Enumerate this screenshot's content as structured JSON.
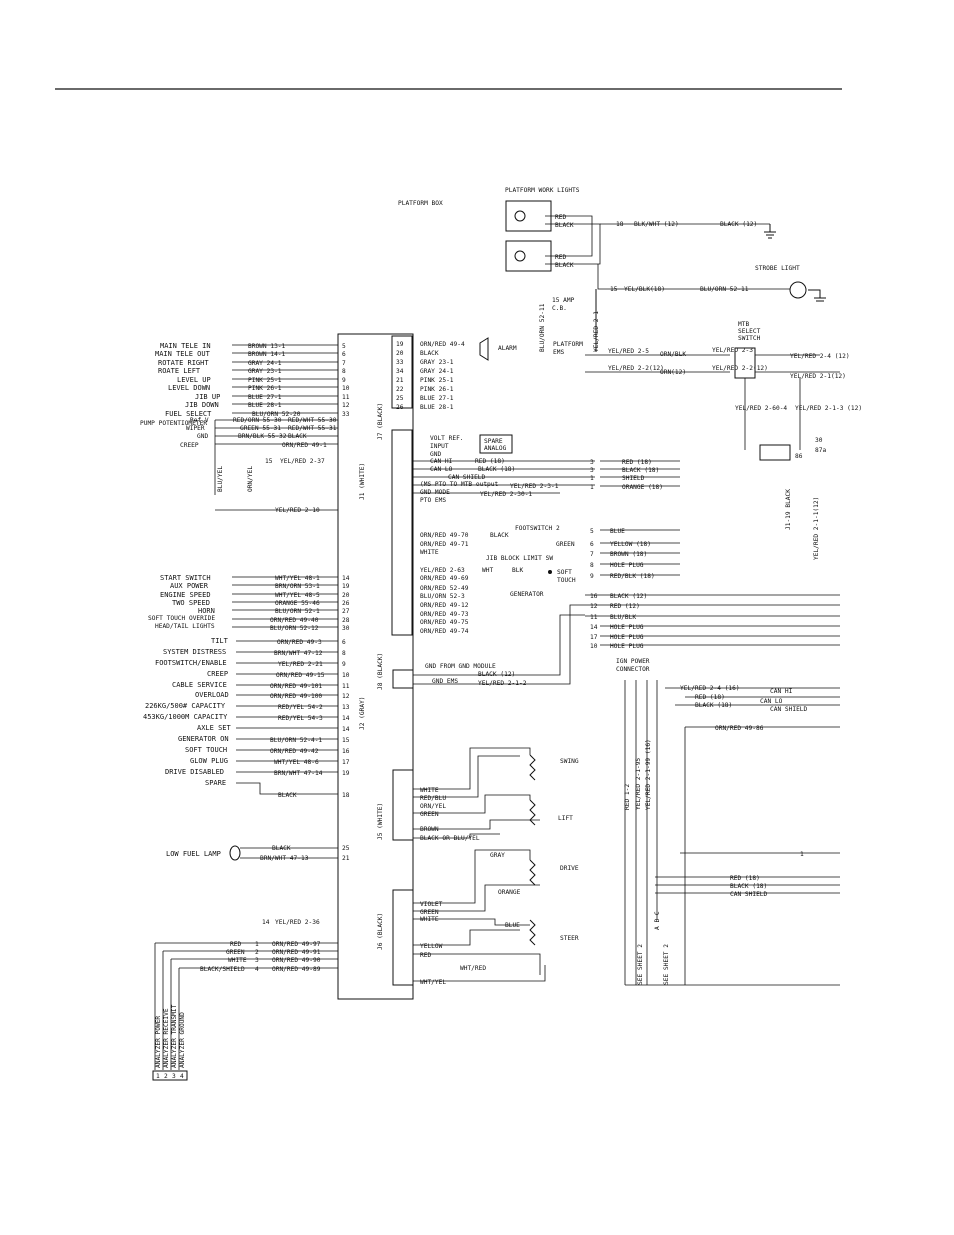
{
  "platform_box": "PLATFORM BOX",
  "work_lights": {
    "title": "PLATFORM WORK LIGHTS",
    "red": "RED",
    "black": "BLACK",
    "wire1": "BLK/WHT (12)",
    "wire2": "BLACK (12)",
    "pin": "18"
  },
  "strobe": {
    "title": "STROBE LIGHT",
    "wire1": "YEL/BLK(18)",
    "wire2": "BLU/ORN 52-11",
    "pin": "15"
  },
  "fuse": {
    "label1": "15 AMP",
    "label2": "C.B.",
    "wire_a": "BLU/ORN 52-11",
    "wire_b": "YEL/RED 2-1"
  },
  "platform_ems": {
    "label1": "PLATFORM",
    "label2": "EMS",
    "wire_a": "YEL/RED 2-5",
    "wire_b": "ORN/BLK",
    "wire_c": "YEL/RED 2-2(12)",
    "wire_d": "ORN(12)"
  },
  "mtb": {
    "label1": "MTB",
    "label2": "SELECT",
    "label3": "SWITCH",
    "w1": "YEL/RED 2-3",
    "w2": "YEL/RED 2-4 (12)",
    "w3": "YEL/RED 2-2(12)",
    "w4": "YEL/RED 2-1(12)",
    "w5": "YEL/RED 2-60-4",
    "w6": "YEL/RED 2-1-3 (12)",
    "r1": "30",
    "r2": "87a",
    "r3": "86"
  },
  "left_functions": [
    {
      "label": "MAIN TELE IN",
      "wire": "BROWN 13-1",
      "pin": "5"
    },
    {
      "label": "MAIN TELE OUT",
      "wire": "BROWN 14-1",
      "pin": "6"
    },
    {
      "label": "ROTATE RIGHT",
      "wire": "GRAY 24-1",
      "pin": "7"
    },
    {
      "label": "ROATE LEFT",
      "wire": "GRAY 23-1",
      "pin": "8"
    },
    {
      "label": "LEVEL UP",
      "wire": "PINK 25-1",
      "pin": "9"
    },
    {
      "label": "LEVEL DOWN",
      "wire": "PINK 26-1",
      "pin": "10"
    },
    {
      "label": "JIB UP",
      "wire": "BLUE 27-1",
      "pin": "11"
    },
    {
      "label": "JIB DOWN",
      "wire": "BLUE 28-1",
      "pin": "12"
    },
    {
      "label": "FUEL SELECT",
      "wire": "BLU/ORN 52-20",
      "pin": "33"
    }
  ],
  "pump_pot": {
    "label": "PUMP POTENTIOMETER",
    "ref": "Ref.V",
    "wiper": "WIPER",
    "gnd": "GND",
    "creep": "CREEP",
    "w1": "RED/ORN 55-30",
    "w2": "GREEN 55-31",
    "w3": "BRN/BLK 55-32",
    "w4": "RED/WHT 55-30",
    "w5": "RED/WHT 55-31",
    "w6": "BLACK",
    "w7": "ORN/RED 49-1"
  },
  "misc": {
    "blu_yel": "BLU/YEL",
    "orn_yel": "ORN/YEL",
    "yel_red_237": "YEL/RED 2-37",
    "yel_red_210": "YEL/RED 2-10",
    "pin15": "15"
  },
  "start_group": [
    {
      "label": "START SWITCH",
      "wire": "WHT/YEL 48-1",
      "pin": "14"
    },
    {
      "label": "AUX POWER",
      "wire": "BRN/ORN 53-1",
      "pin": "19"
    },
    {
      "label": "ENGINE SPEED",
      "wire": "WHT/YEL 48-5",
      "pin": "20"
    },
    {
      "label": "TWO SPEED",
      "wire": "ORANGE 55-46",
      "pin": "26"
    },
    {
      "label": "HORN",
      "wire": "BLU/ORN 52-1",
      "pin": "27"
    },
    {
      "label": "SOFT TOUCH OVERIDE",
      "wire": "ORN/RED 49-40",
      "pin": "28"
    },
    {
      "label": "HEAD/TAIL LIGHTS",
      "wire": "BLU/ORN 52-12",
      "pin": "30"
    }
  ],
  "j2_group": [
    {
      "label": "TILT",
      "wire": "ORN/RED 49-3",
      "pin": "6"
    },
    {
      "label": "SYSTEM DISTRESS",
      "wire": "BRN/WHT 47-12",
      "pin": "8"
    },
    {
      "label": "FOOTSWITCH/ENABLE",
      "wire": "YEL/RED 2-21",
      "pin": "9"
    },
    {
      "label": "CREEP",
      "wire": "ORN/RED 49-15",
      "pin": "10"
    },
    {
      "label": "CABLE SERVICE",
      "wire": "ORN/RED 49-101",
      "pin": "11"
    },
    {
      "label": "OVERLOAD",
      "wire": "ORN/RED 49-100",
      "pin": "12"
    },
    {
      "label": "226KG/500# CAPACITY",
      "wire": "RED/YEL 54-2",
      "pin": "13"
    },
    {
      "label": "453KG/1000M CAPACITY",
      "wire": "RED/YEL 54-3",
      "pin": "14"
    },
    {
      "label": "AXLE SET",
      "wire": "",
      "pin": "14"
    },
    {
      "label": "GENERATOR ON",
      "wire": "BLU/ORN 52-4-1",
      "pin": "15"
    },
    {
      "label": "SOFT TOUCH",
      "wire": "ORN/RED 49-42",
      "pin": "16"
    },
    {
      "label": "GLOW PLUG",
      "wire": "WHT/YEL 48-6",
      "pin": "17"
    },
    {
      "label": "DRIVE DISABLED",
      "wire": "BRN/WHT 47-14",
      "pin": "19"
    },
    {
      "label": "SPARE",
      "wire": "BLACK",
      "pin": "18"
    }
  ],
  "low_fuel": {
    "label": "LOW FUEL LAMP",
    "w1": "BLACK",
    "w2": "BRN/WHT 47-13",
    "p1": "25",
    "p2": "21"
  },
  "bottom_left": {
    "w1": "YEL/RED 2-36",
    "p1": "14",
    "rows": [
      {
        "left": "RED",
        "wire": "ORN/RED 49-97",
        "pin": "1"
      },
      {
        "left": "GREEN",
        "wire": "ORN/RED 49-91",
        "pin": "2"
      },
      {
        "left": "WHITE",
        "wire": "ORN/RED 49-90",
        "pin": "3"
      },
      {
        "left": "BLACK/SHIELD",
        "wire": "ORN/RED 49-89",
        "pin": "4"
      }
    ],
    "analyzer": [
      "ANALYZER POWER",
      "ANALYZER RECEIVE",
      "ANALYZER TRANSMIT",
      "ANALYZER GROUND"
    ],
    "analyzer_pins": [
      "1",
      "2",
      "3",
      "4"
    ]
  },
  "connectors": {
    "j7": "J7 (BLACK)",
    "j2": "J2 (GRAY)",
    "j8": "J8 (BLACK)",
    "j5": "J5 (WHITE)",
    "j6": "J6 (BLACK)",
    "j1": "J1 (WHITE)",
    "j1_19": "J1-19 BLACK"
  },
  "j7_rows": [
    {
      "wire": "ORN/RED 49-4",
      "pin": "19"
    },
    {
      "wire": "BLACK",
      "pin": "20"
    },
    {
      "wire": "GRAY 23-1",
      "pin": "33"
    },
    {
      "wire": "GRAY 24-1",
      "pin": "34"
    },
    {
      "wire": "PINK 25-1",
      "pin": "21"
    },
    {
      "wire": "PINK 26-1",
      "pin": "22"
    },
    {
      "wire": "BLUE 27-1",
      "pin": "25"
    },
    {
      "wire": "BLUE 28-1",
      "pin": "26"
    }
  ],
  "alarm": "ALARM",
  "j1_rows": {
    "volt_ref": "VOLT REF.",
    "input": "INPUT",
    "gnd": "GND",
    "spare1": "SPARE",
    "spare2": "ANALOG",
    "can_hi": "CAN HI",
    "can_lo": "CAN LO",
    "can_shield": "CAN SHIELD",
    "mtb_ems": "(MS PTO TO MTB output",
    "gnd_mode": "GND MODE",
    "pto_ems": "PTO EMS",
    "red18": "RED (18)",
    "black18": "BLACK (18)",
    "yel_red_231": "YEL/RED 2-3-1",
    "yel_red_2301": "YEL/RED 2-30-1"
  },
  "footswitch": {
    "title": "FOOTSWITCH 2",
    "black": "BLACK",
    "green": "GREEN",
    "w1": "ORN/RED 49-70",
    "w2": "ORN/RED 49-71",
    "white": "WHITE",
    "jib": "JIB BLOCK LIMIT SW"
  },
  "soft_touch": {
    "label1": "SOFT",
    "label2": "TOUCH",
    "w1": "YEL/RED 2-63",
    "wht": "WHT",
    "blk": "BLK",
    "w2": "ORN/RED 49-69"
  },
  "generator": {
    "label": "GENERATOR",
    "w1": "ORN/RED 52-49",
    "w2": "BLU/ORN 52-3"
  },
  "j1_lower": [
    "ORN/RED 49-12",
    "ORN/RED 49-73",
    "ORN/RED 49-75",
    "ORN/RED 49-74"
  ],
  "gnd_module": {
    "title": "GND FROM GND MODULE",
    "black": "BLACK (12)",
    "gnd_ems": "GND EMS",
    "yel": "YEL/RED 2-1-2"
  },
  "right_wires": [
    {
      "wire": "RED (18)",
      "pin": "3"
    },
    {
      "wire": "BLACK (18)",
      "pin": "3"
    },
    {
      "wire": "SHIELD",
      "pin": "1"
    },
    {
      "wire": "ORANGE (18)",
      "pin": "1"
    },
    {
      "wire": "BLUE",
      "pin": "5"
    },
    {
      "wire": "YELLOW (18)",
      "pin": "6"
    },
    {
      "wire": "BROWN (18)",
      "pin": "7"
    },
    {
      "wire": "HOLE PLUG",
      "pin": "8"
    },
    {
      "wire": "RED/BLK (18)",
      "pin": "9"
    },
    {
      "wire": "BLACK (12)",
      "pin": "16"
    },
    {
      "wire": "RED (12)",
      "pin": "12"
    },
    {
      "wire": "BLU/BLK",
      "pin": "11"
    },
    {
      "wire": "HOLE PLUG",
      "pin": "14"
    },
    {
      "wire": "HOLE PLUG",
      "pin": "17"
    },
    {
      "wire": "HOLE PLUG",
      "pin": "10"
    }
  ],
  "ign": {
    "label1": "IGN POWER",
    "label2": "CONNECTOR",
    "w1": "YEL/RED 2-4 (16)",
    "w2": "RED (18)",
    "w3": "BLACK (18)",
    "w4": "CAN HI",
    "w5": "CAN LO",
    "w6": "CAN SHIELD",
    "w7": "ORN/RED 49-86",
    "v1": "RED 1-2",
    "v2": "YEL/RED 2-1-95",
    "v3": "YEL/RED 2-1-99 (16)",
    "w8": "RED (18)",
    "w9": "BLACK (18)",
    "w10": "CAN SHIELD",
    "pin1": "1",
    "abc": "A B C",
    "see2a": "SEE SHEET 2",
    "see2b": "SEE SHEET 2"
  },
  "yel_red_211": "YEL/RED 2-1-1(12)",
  "motion": {
    "swing": "SWING",
    "lift": "LIFT",
    "drive": "DRIVE",
    "steer": "STEER",
    "white": "WHITE",
    "red_blu": "RED/BLU",
    "orn_yel": "ORN/YEL",
    "green": "GREEN",
    "brown": "BROWN",
    "black_or": "BLACK OR BLU/YEL",
    "gray": "GRAY",
    "orange": "ORANGE",
    "violet": "VIOLET",
    "blue": "BLUE",
    "yellow": "YELLOW",
    "red": "RED",
    "wht_red": "WHT/RED",
    "wht_yel": "WHT/YEL"
  }
}
